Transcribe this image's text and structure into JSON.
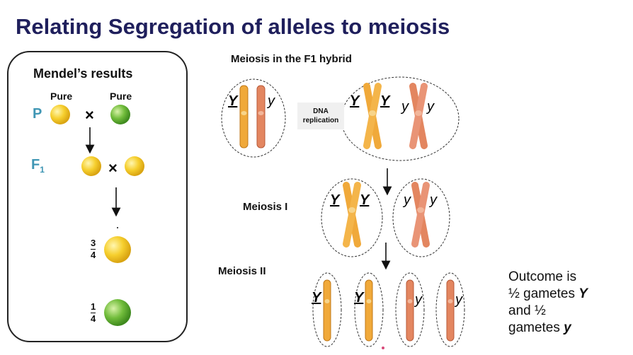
{
  "title": "Relating Segregation of alleles to meiosis",
  "mendel": {
    "heading": "Mendel’s results",
    "pure_left": "Pure",
    "pure_right": "Pure",
    "p_label": "P",
    "f1_label": "F",
    "f1_sub": "1",
    "cross": "×",
    "frac1": {
      "num": "3",
      "den": "4"
    },
    "frac2": {
      "num": "1",
      "den": "4"
    }
  },
  "meiosis": {
    "heading": "Meiosis in the F1 hybrid",
    "dna_line1": "DNA",
    "dna_line2": "replication",
    "meiosis1_label": "Meiosis I",
    "meiosis2_label": "Meiosis II",
    "allele_dominant": "Y",
    "allele_recessive": "y"
  },
  "outcome": {
    "line1": "Outcome is",
    "line2_pre": "½ gametes ",
    "line2_allele": "Y",
    "line3": "and ½",
    "line4_pre": "gametes ",
    "line4_allele": "y"
  },
  "colors": {
    "title": "#1f1f5c",
    "teal_label": "#3f96b4",
    "yellow_pea": "#f2c52a",
    "green_pea": "#6fb83a",
    "chrom_yellow": "#f0a93a",
    "chrom_orange": "#e38660"
  }
}
